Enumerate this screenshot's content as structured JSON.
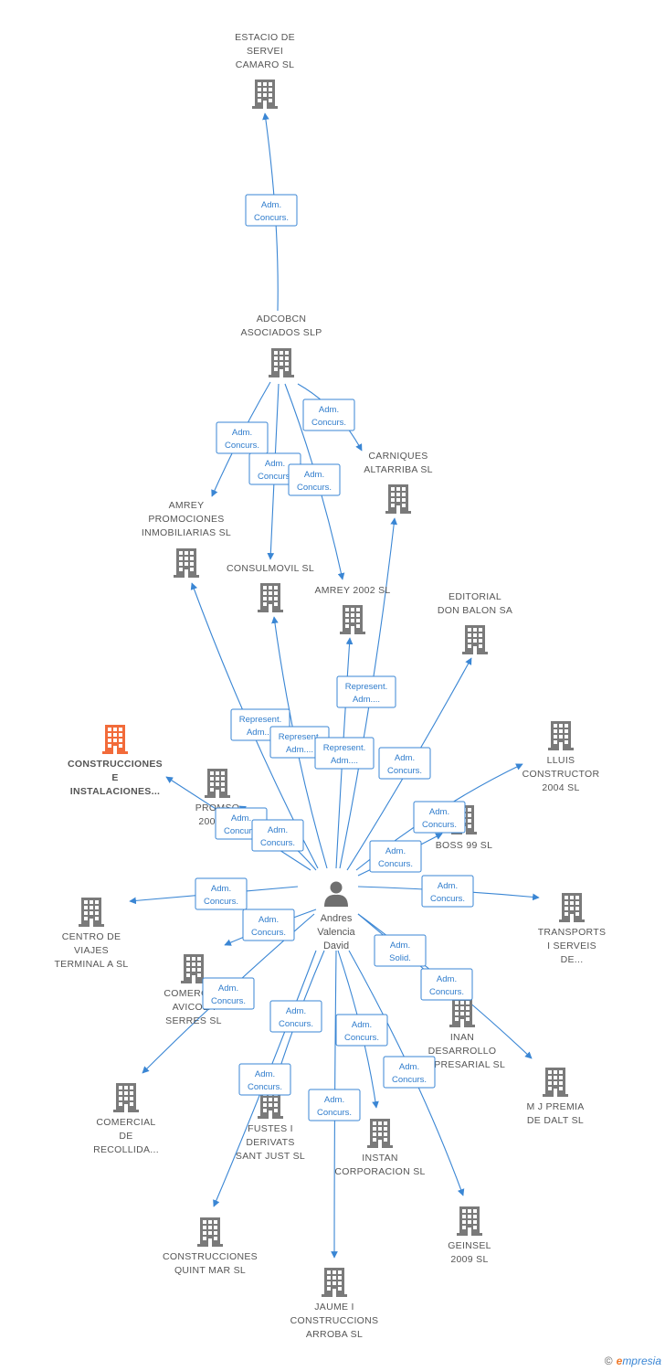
{
  "center": {
    "label": [
      "Andres",
      "Valencia",
      "David"
    ]
  },
  "companies": [
    {
      "id": "estacio",
      "label": [
        "ESTACIO DE",
        "SERVEI",
        "CAMARO SL"
      ]
    },
    {
      "id": "adcobcn",
      "label": [
        "ADCOBCN",
        "ASOCIADOS SLP"
      ]
    },
    {
      "id": "carniques",
      "label": [
        "CARNIQUES",
        "ALTARRIBA SL"
      ]
    },
    {
      "id": "amrey_prom",
      "label": [
        "AMREY",
        "PROMOCIONES",
        "INMOBILIARIAS SL"
      ]
    },
    {
      "id": "consulmovil",
      "label": [
        "CONSULMOVIL SL"
      ]
    },
    {
      "id": "amrey2002",
      "label": [
        "AMREY 2002 SL"
      ]
    },
    {
      "id": "editorial",
      "label": [
        "EDITORIAL",
        "DON BALON SA"
      ]
    },
    {
      "id": "construcciones_inst",
      "label": [
        "CONSTRUCCIONES",
        "E",
        "INSTALACIONES..."
      ],
      "highlight": true
    },
    {
      "id": "promso",
      "label": [
        "PROMSO",
        "2005 SL"
      ]
    },
    {
      "id": "lluis",
      "label": [
        "LLUIS",
        "CONSTRUCTOR",
        "2004 SL"
      ]
    },
    {
      "id": "boss99",
      "label": [
        "BOSS 99 SL"
      ]
    },
    {
      "id": "centro_viajes",
      "label": [
        "CENTRO DE",
        "VIAJES",
        "TERMINAL A SL"
      ]
    },
    {
      "id": "transports",
      "label": [
        "TRANSPORTS",
        "I SERVEIS",
        "DE..."
      ]
    },
    {
      "id": "comercial_avicola",
      "label": [
        "COMERCIAL",
        "AVICOLA",
        "SERRES SL"
      ]
    },
    {
      "id": "inan",
      "label": [
        "INAN",
        "DESARROLLO",
        "EMPRESARIAL SL"
      ]
    },
    {
      "id": "mjpremia",
      "label": [
        "M J PREMIA",
        "DE DALT SL"
      ]
    },
    {
      "id": "comercial_recollida",
      "label": [
        "COMERCIAL",
        "DE",
        "RECOLLIDA..."
      ]
    },
    {
      "id": "fustes",
      "label": [
        "FUSTES I",
        "DERIVATS",
        "SANT JUST SL"
      ]
    },
    {
      "id": "instan",
      "label": [
        "INSTAN",
        "CORPORACION SL"
      ]
    },
    {
      "id": "geinsel",
      "label": [
        "GEINSEL",
        "2009 SL"
      ]
    },
    {
      "id": "quintmar",
      "label": [
        "CONSTRUCCIONES",
        "QUINT MAR SL"
      ]
    },
    {
      "id": "jaume",
      "label": [
        "JAUME I",
        "CONSTRUCCIONS",
        "ARROBA SL"
      ]
    }
  ],
  "relations": [
    {
      "from": "adcobcn",
      "to": "estacio",
      "label": [
        "Adm.",
        "Concurs."
      ]
    },
    {
      "from": "adcobcn",
      "to": "carniques",
      "label": [
        "Adm.",
        "Concurs."
      ]
    },
    {
      "from": "adcobcn",
      "to": "amrey_prom",
      "label": [
        "Adm.",
        "Concurs."
      ]
    },
    {
      "from": "adcobcn",
      "to": "consulmovil",
      "label": [
        "Adm.",
        "Concurs."
      ]
    },
    {
      "from": "adcobcn",
      "to": "amrey2002",
      "label": [
        "Adm.",
        "Concurs."
      ]
    },
    {
      "from": "center",
      "to": "amrey_prom",
      "label": [
        "Represent.",
        "Adm...."
      ]
    },
    {
      "from": "center",
      "to": "consulmovil",
      "label": [
        "Represent.",
        "Adm...."
      ]
    },
    {
      "from": "center",
      "to": "amrey2002",
      "label": [
        "Represent.",
        "Adm...."
      ]
    },
    {
      "from": "center",
      "to": "carniques",
      "label": [
        "Represent.",
        "Adm...."
      ]
    },
    {
      "from": "center",
      "to": "editorial",
      "label": [
        "Adm.",
        "Concurs."
      ]
    },
    {
      "from": "center",
      "to": "construcciones_inst",
      "label": [
        "Adm.",
        "Concurs."
      ]
    },
    {
      "from": "center",
      "to": "promso",
      "label": [
        "Adm.",
        "Concurs."
      ]
    },
    {
      "from": "center",
      "to": "lluis",
      "label": [
        "Adm.",
        "Concurs."
      ]
    },
    {
      "from": "center",
      "to": "boss99",
      "label": [
        "Adm.",
        "Concurs."
      ]
    },
    {
      "from": "center",
      "to": "centro_viajes",
      "label": [
        "Adm.",
        "Concurs."
      ]
    },
    {
      "from": "center",
      "to": "transports",
      "label": [
        "Adm.",
        "Concurs."
      ]
    },
    {
      "from": "center",
      "to": "comercial_avicola",
      "label": [
        "Adm.",
        "Concurs."
      ]
    },
    {
      "from": "center",
      "to": "inan",
      "label": [
        "Adm.",
        "Solid."
      ]
    },
    {
      "from": "center",
      "to": "mjpremia",
      "label": [
        "Adm.",
        "Concurs."
      ]
    },
    {
      "from": "center",
      "to": "comercial_recollida",
      "label": [
        "Adm.",
        "Concurs."
      ]
    },
    {
      "from": "center",
      "to": "fustes",
      "label": [
        "Adm.",
        "Concurs."
      ]
    },
    {
      "from": "center",
      "to": "instan",
      "label": [
        "Adm.",
        "Concurs."
      ]
    },
    {
      "from": "center",
      "to": "geinsel",
      "label": [
        "Adm.",
        "Concurs."
      ]
    },
    {
      "from": "center",
      "to": "quintmar",
      "label": [
        "Adm.",
        "Concurs."
      ]
    },
    {
      "from": "center",
      "to": "jaume",
      "label": [
        "Adm.",
        "Concurs."
      ]
    }
  ],
  "footer": {
    "copyright": "©",
    "brand_initial": "e",
    "brand_rest": "mpresia"
  },
  "colors": {
    "accent": "#3a86d4",
    "building": "#7a7a7a",
    "highlight": "#f26b3a",
    "text": "#555555"
  }
}
